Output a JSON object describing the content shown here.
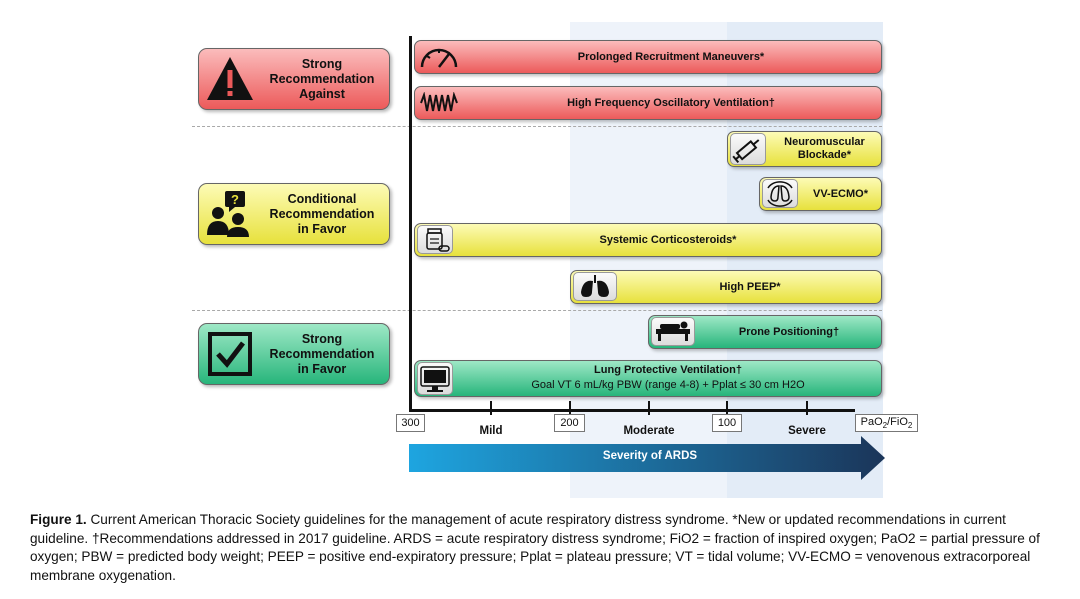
{
  "recommendations": [
    {
      "label": "Strong\nRecommendation\nAgainst",
      "icon": "warning-icon",
      "color": "#ec5a5a"
    },
    {
      "label": "Conditional\nRecommendation\nin Favor",
      "icon": "people-question-icon",
      "color": "#e7e13c"
    },
    {
      "label": "Strong\nRecommendation\nin Favor",
      "icon": "checkbox-icon",
      "color": "#27b57b"
    }
  ],
  "bars": {
    "recruitment": "Prolonged Recruitment Maneuvers*",
    "hfov": "High Frequency Oscillatory Ventilation†",
    "nmb": "Neuromuscular\nBlockade*",
    "ecmo": "VV-ECMO*",
    "steroids": "Systemic Corticosteroids*",
    "peep": "High PEEP*",
    "prone": "Prone Positioning†",
    "lpv_title": "Lung Protective Ventilation†",
    "lpv_sub": "Goal VT 6 mL/kg PBW (range 4-8) + Pplat ≤ 30 cm H2O"
  },
  "axis": {
    "ticks": [
      "300",
      "200",
      "100"
    ],
    "unit": "PaO2/FiO2",
    "categories": [
      "Mild",
      "Moderate",
      "Severe"
    ],
    "arrow_label": "Severity of ARDS"
  },
  "caption": {
    "label": "Figure 1.",
    "text": "Current American Thoracic Society guidelines for the management of acute respiratory distress syndrome. *New or updated recommendations in current guideline. †Recommendations addressed in 2017 guideline. ARDS = acute respiratory distress syndrome; FiO2 = fraction of inspired oxygen; PaO2 = partial pressure of oxygen; PBW = predicted body weight; PEEP = positive end-expiratory pressure; Pplat = plateau pressure; VT = tidal volume; VV-ECMO = venovenous extracorporeal membrane oxygenation."
  }
}
